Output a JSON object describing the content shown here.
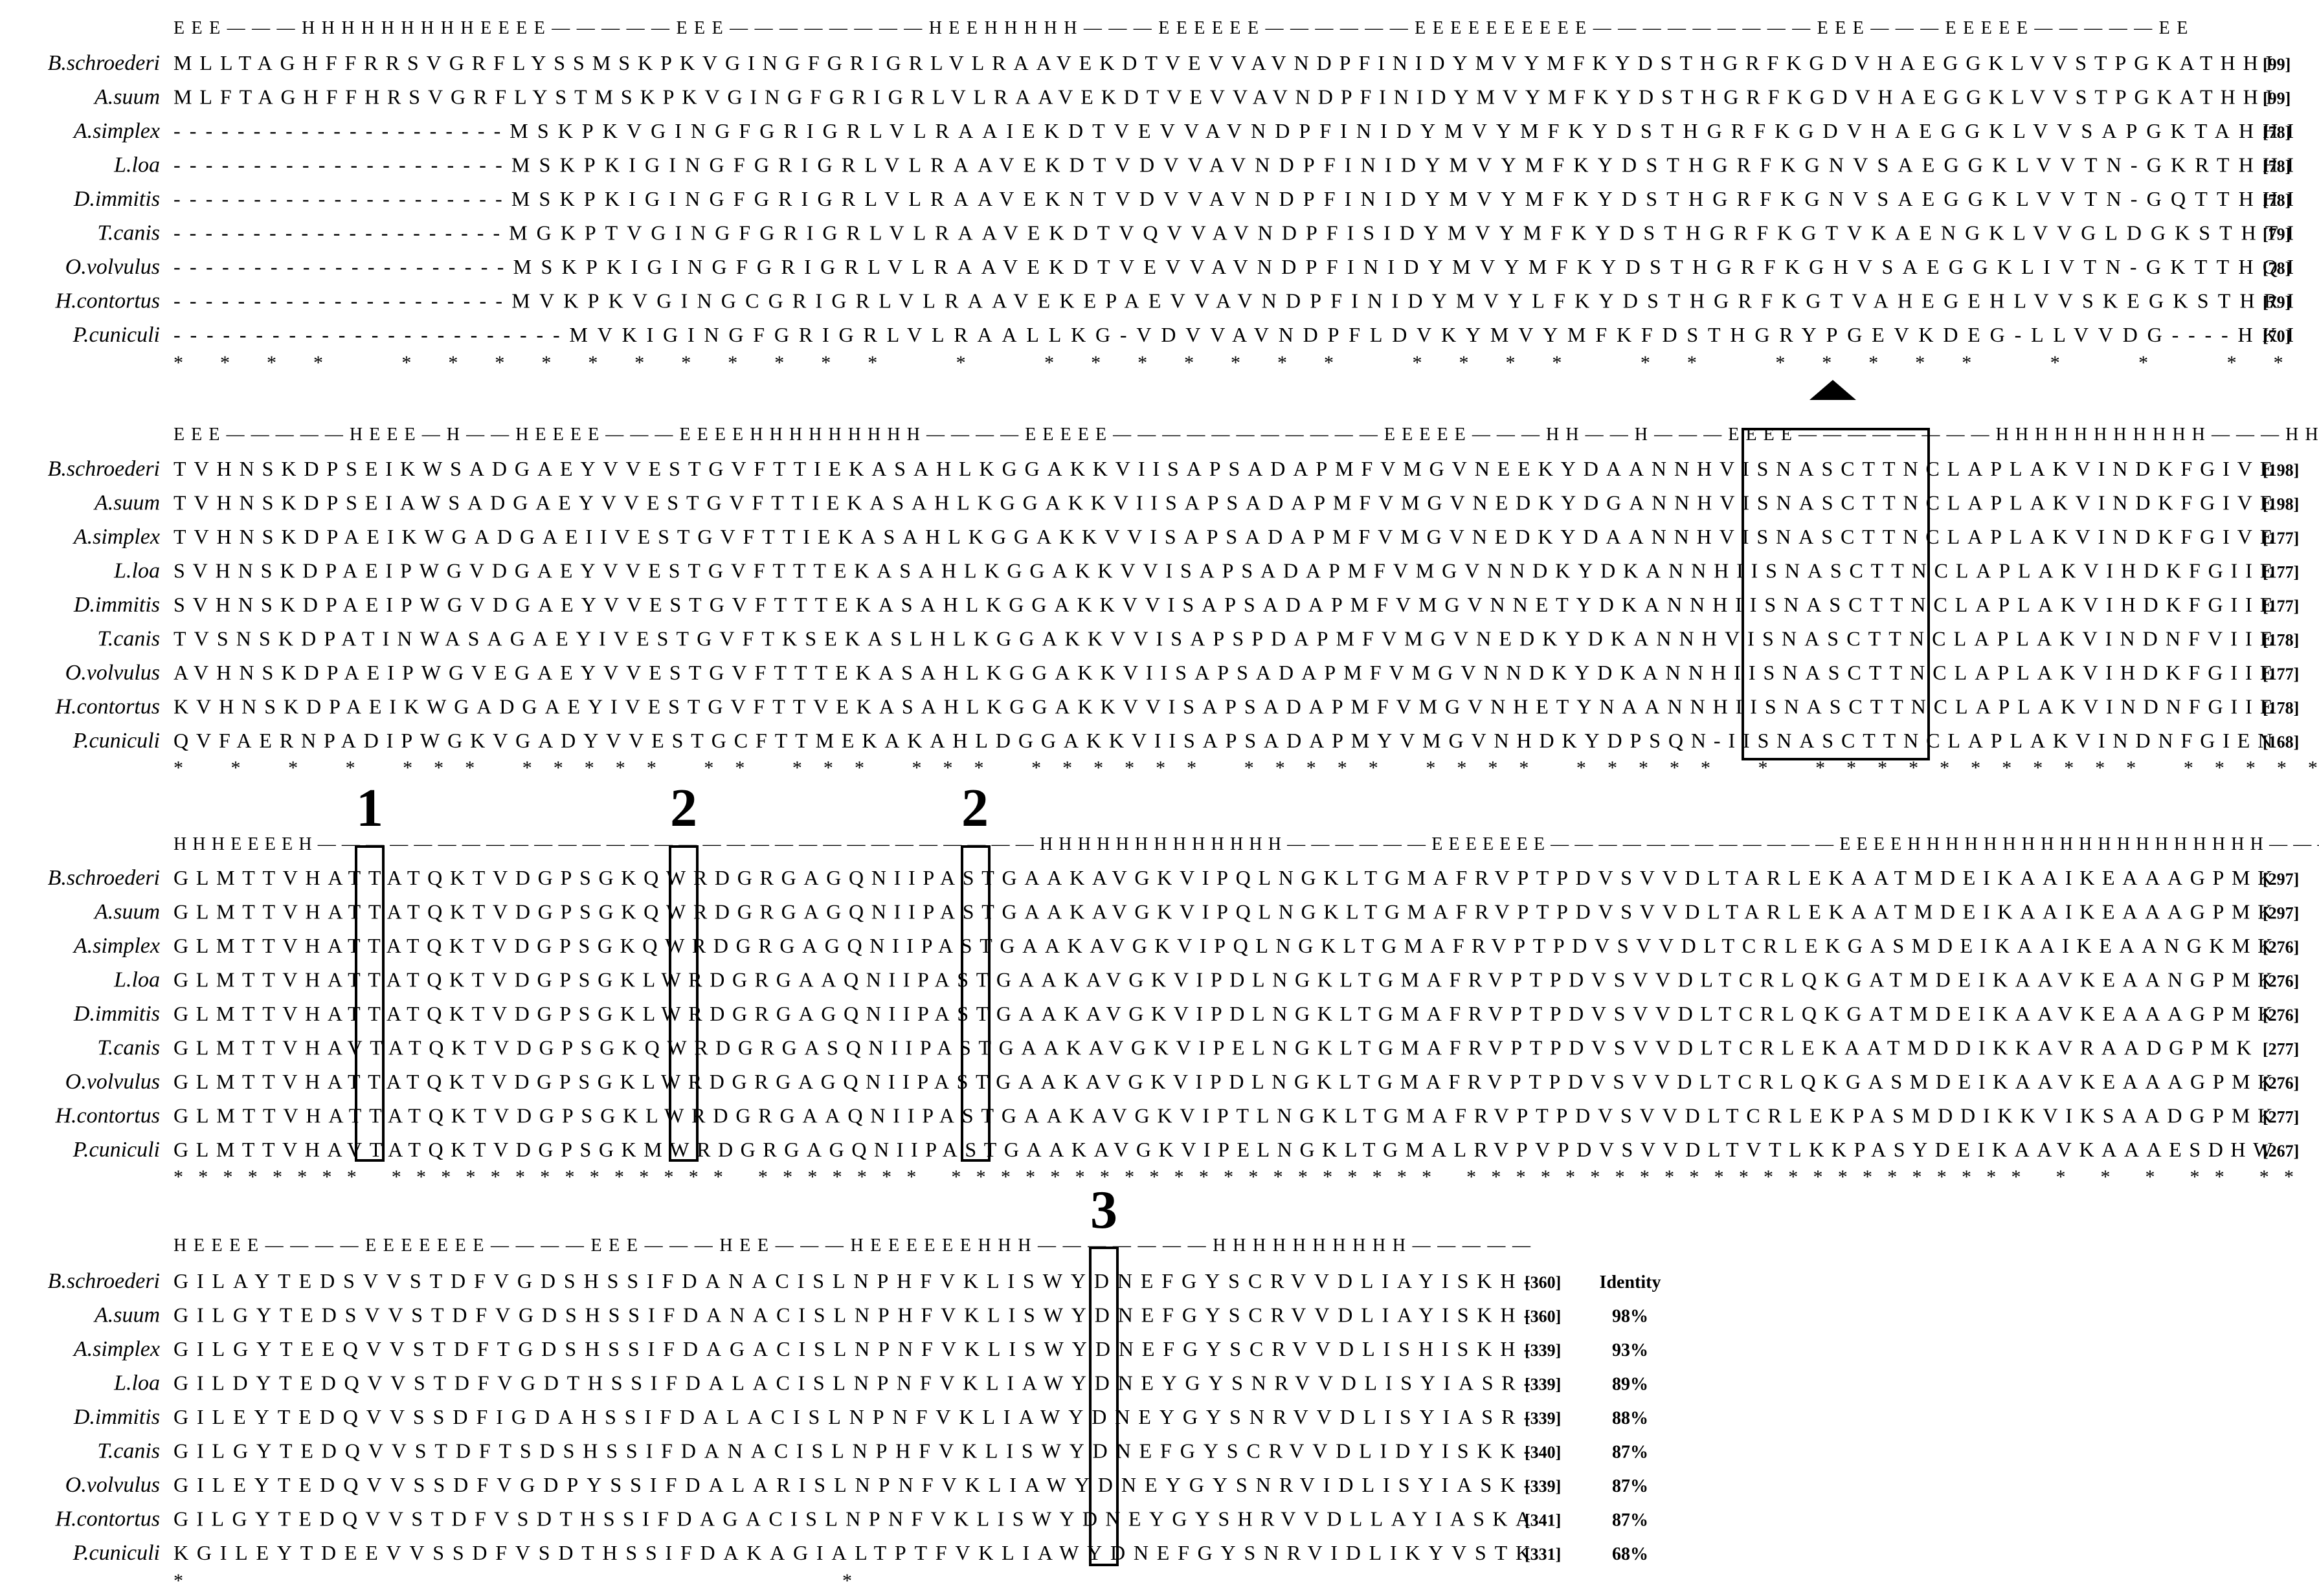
{
  "blocks": [
    {
      "ss": "EEE———HHHHHHHHHEEEE—————EEE————————HEEHHHHH———EEEEEE——————EEEEEEEEEE—————————EEE———EEEEE—————EE",
      "rows": [
        {
          "name": "B.schroederi",
          "seq": "MLLTAGHFFRRSVGRFLYSSMSKPKVGINGFGRIGRLVLRAAVEKDTVEVVAVNDPFINIDYMVYMFKYDSTHGRFKGDVHAEGGKLVVSTPGKATHHI",
          "num": "[99]"
        },
        {
          "name": "A.suum",
          "seq": "MLFTAGHFFHRSVGRFLYSTMSKPKVGINGFGRIGRLVLRAAVEKDTVEVVAVNDPFINIDYMVYMFKYDSTHGRFKGDVHAEGGKLVVSTPGKATHHI",
          "num": "[99]"
        },
        {
          "name": "A.simplex",
          "seq": "---------------------MSKPKVGINGFGRIGRLVLRAAIEKDTVEVVAVNDPFINIDYMVYMFKYDSTHGRFKGDVHAEGGKLVVSAPGKTAHHI",
          "num": "[78]"
        },
        {
          "name": "L.loa",
          "seq": "---------------------MSKPKIGINGFGRIGRLVLRAAVEKDTVDVVAVNDPFINIDYMVYMFKYDSTHGRFKGNVSAEGGKLVVTN-GKRTHHI",
          "num": "[78]"
        },
        {
          "name": "D.immitis",
          "seq": "---------------------MSKPKIGINGFGRIGRLVLRAAVEKNTVDVVAVNDPFINIDYMVYMFKYDSTHGRFKGNVSAEGGKLVVTN-GQTTHHI",
          "num": "[78]"
        },
        {
          "name": "T.canis",
          "seq": "---------------------MGKPTVGINGFGRIGRLVLRAAVEKDTVQVVAVNDPFISIDYMVYMFKYDSTHGRFKGTVKAENGKLVVGLDGKSTHTI",
          "num": "[79]"
        },
        {
          "name": "O.volvulus",
          "seq": "---------------------MSKPKIGINGFGRIGRLVLRAAVEKDTVEVVAVNDPFINIDYMVYMFKYDSTHGRFKGHVSAEGGKLIVTN-GKTTHQI",
          "num": "[78]"
        },
        {
          "name": "H.contortus",
          "seq": "---------------------MVKPKVGINGCGRIGRLVLRAAVEKEPAEVVAVNDPFINIDYMVYLFKYDSTHGRFKGTVAHEGEHLVVSKEGKSTHRI",
          "num": "[79]"
        },
        {
          "name": "P.cuniculi",
          "seq": "------------------------MVKIGINGFGRIGRLVLRAALLKG-VDVVAVNDPFLDVKYMVYMFKFDSTHGRYPGEVKDEG-LLVVDG----HKI",
          "num": "[70]"
        }
      ],
      "stars": "                        **** ***********    *         *******       **** ** *****    *  *  **   *            * *"
    },
    {
      "ss": "EEE—————HEEE—H——HEEEE———EEEEHHHHHHHHH————EEEEE———————————EEEEE———HH——H———EEEE————————HHHHHHHHHHH———HHHH",
      "rows": [
        {
          "name": "B.schroederi",
          "seq": "TVHNSKDPSEIKWSADGAEYVVESTGVFTTIEKASAHLKGGAKKVIISAPSADAPMFVMGVNEEKYDAANNHVISNASCTTNCLAPLAKVINDKFGIVE",
          "num": "[198]"
        },
        {
          "name": "A.suum",
          "seq": "TVHNSKDPSEIAWSADGAEYVVESTGVFTTIEKASAHLKGGAKKVIISAPSADAPMFVMGVNEDKYDGANNHVISNASCTTNCLAPLAKVINDKFGIVE",
          "num": "[198]"
        },
        {
          "name": "A.simplex",
          "seq": "TVHNSKDPAEIKWGADGAEIIVESTGVFTTIEKASAHLKGGAKKVVISAPSADAPMFVMGVNEDKYDAANNHVISNASCTTNCLAPLAKVINDKFGIVE",
          "num": "[177]"
        },
        {
          "name": "L.loa",
          "seq": "SVHNSKDPAEIPWGVDGAEYVVESTGVFTTTEKASAHLKGGAKKVVISAPSADAPMFVMGVNNDKYDKANNHIISNASCTTNCLAPLAKVIHDKFGIIE",
          "num": "[177]"
        },
        {
          "name": "D.immitis",
          "seq": "SVHNSKDPAEIPWGVDGAEYVVESTGVFTTTEKASAHLKGGAKKVVISAPSADAPMFVMGVNNETYDKANNHIISNASCTTNCLAPLAKVIHDKFGIIE",
          "num": "[177]"
        },
        {
          "name": "T.canis",
          "seq": "TVSNSKDPATINWASAGAEYIVESTGVFTKSEKASLHLKGGAKKVVISAPSPDAPMFVMGVNEDKYDKANNHVISNASCTTNCLAPLAKVINDNFVIIE",
          "num": "[178]"
        },
        {
          "name": "O.volvulus",
          "seq": "AVHNSKDPAEIPWGVEGAEYVVESTGVFTTTEKASAHLKGGAKKVIISAPSADAPMFVMGVNNDKYDKANNHIISNASCTTNCLAPLAKVIHDKFGIIE",
          "num": "[177]"
        },
        {
          "name": "H.contortus",
          "seq": "KVHNSKDPAEIKWGADGAEYIVESTGVFTTVEKASAHLKGGAKKVVISAPSADAPMFVMGVNHETYNAANNHIISNASCTTNCLAPLAKVINDNFGIIE",
          "num": "[178]"
        },
        {
          "name": "P.cuniculi",
          "seq": "QVFAERNPADIPWGKVGADYVVESTGCFTTMEKAKAHLDGGAKKVIISAPSADAPMYVMGVNHDKYDPSQN-IISNASCTTNCLAPLAKVINDNFGIEN",
          "num": "[168]"
        }
      ],
      "stars": " *       *  *  *    ***   ***** **  *** ***  ******  *****  ****  *****         *  ***********  ******  *  *"
    },
    {
      "ss": "HHHEEEEH——————————————————————————————HHHHHHHHHHHHH——————EEEEEEE————————————EEEEHHHHHHHHHHHHHHHHHHH————H",
      "rows": [
        {
          "name": "B.schroederi",
          "seq": "GLMTTVHATTATQKTVDGPSGKQWRDGRGAGQNIIPASTGAAKAVGKVIPQLNGKLTGMAFRVPTPDVSVVDLTARLEKAATMDEIKAAIKEAAAGPMK",
          "num": "[297]"
        },
        {
          "name": "A.suum",
          "seq": "GLMTTVHATTATQKTVDGPSGKQWRDGRGAGQNIIPASTGAAKAVGKVIPQLNGKLTGMAFRVPTPDVSVVDLTARLEKAATMDEIKAAIKEAAAGPMK",
          "num": "[297]"
        },
        {
          "name": "A.simplex",
          "seq": "GLMTTVHATTATQKTVDGPSGKQWRDGRGAGQNIIPASTGAAKAVGKVIPQLNGKLTGMAFRVPTPDVSVVDLTCRLEKGASMDEIKAAIKEAANGKMK",
          "num": "[276]"
        },
        {
          "name": "L.loa",
          "seq": "GLMTTVHATTATQKTVDGPSGKLWRDGRGAAQNIIPASTGAAKAVGKVIPDLNGKLTGMAFRVPTPDVSVVDLTCRLQKGATMDEIKAAVKEAANGPMK",
          "num": "[276]"
        },
        {
          "name": "D.immitis",
          "seq": "GLMTTVHATTATQKTVDGPSGKLWRDGRGAGQNIIPASTGAAKAVGKVIPDLNGKLTGMAFRVPTPDVSVVDLTCRLQKGATMDEIKAAVKEAAAGPMK",
          "num": "[276]"
        },
        {
          "name": "T.canis",
          "seq": "GLMTTVHAVTATQKTVDGPSGKQWRDGRGASQNIIPASTGAAKAVGKVIPELNGKLTGMAFRVPTPDVSVVDLTCRLEKAATMDDIKKAVRAADGPMK",
          "num": "[277]"
        },
        {
          "name": "O.volvulus",
          "seq": "GLMTTVHATTATQKTVDGPSGKLWRDGRGAGQNIIPASTGAAKAVGKVIPDLNGKLTGMAFRVPTPDVSVVDLTCRLQKGASMDEIKAAVKEAAAGPMK",
          "num": "[276]"
        },
        {
          "name": "H.contortus",
          "seq": "GLMTTVHATTATQKTVDGPSGKLWRDGRGAAQNIIPASTGAAKAVGKVIPTLNGKLTGMAFRVPTPDVSVVDLTCRLEKPASMDDIKKVIKSAADGPMK",
          "num": "[277]"
        },
        {
          "name": "P.cuniculi",
          "seq": "GLMTTVHAVTATQKTVDGPSGKMWRDGRGAGQNIIPASTGAAKAVGKVIPELNGKLTGMALRVPVPDVSVVDLTVTLKKPASYDEIKAAVKAAAESDHW",
          "num": "[267]"
        }
      ],
      "stars": "********  ************** ******* ******************** ***********************   * *    *  **      **"
    },
    {
      "ss": "HEEEE————EEEEEEE————EEE———HEE———HEEEEEEHHH———————HHHHHHHHHH—————",
      "rows": [
        {
          "name": "B.schroederi",
          "seq": "GILAYTEDSVVSTDFVGDSHSSIFDANACISLNPHFVKLISWYDNEFGYSCRVVDLIAYISKH-",
          "num": "[360]"
        },
        {
          "name": "A.suum",
          "seq": "GILGYTEDSVVSTDFVGDSHSSIFDANACISLNPHFVKLISWYDNEFGYSCRVVDLIAYISKH-",
          "num": "[360]"
        },
        {
          "name": "A.simplex",
          "seq": "GILGYTEEQVVSTDFTGDSHSSIFDAGACISLNPNFVKLISWYDNEFGYSCRVVDLISHISKH-",
          "num": "[339]"
        },
        {
          "name": "L.loa",
          "seq": "GILDYTEDQVVSTDFVGDTHSSIFDALACISLNPNFVKLIAWYDNEYGYSNRVVDLISYIASR-",
          "num": "[339]"
        },
        {
          "name": "D.immitis",
          "seq": "GILEYTEDQVVSSDFIGDAHSSIFDALACISLNPNFVKLIAWYDNEYGYSNRVVDLISYIASR-",
          "num": "[339]"
        },
        {
          "name": "T.canis",
          "seq": "GILGYTEDQVVSTDFTSDSHSSIFDANACISLNPHFVKLISWYDNEFGYSCRVVDLIDYISKK-",
          "num": "[340]"
        },
        {
          "name": "O.volvulus",
          "seq": "GILEYTEDQVVSSDFVGDPYSSIFDALARISLNPNFVKLIAWYDNEYGYSNRVIDLISYIASK-",
          "num": "[339]"
        },
        {
          "name": "H.contortus",
          "seq": "GILGYTEDQVVSTDFVSDTHSSIFDAGACISLNPNFVKLISWYDNEYGYSHRVVDLLAYIASKA",
          "num": "[341]"
        },
        {
          "name": "P.cuniculi",
          "seq": "KGILEYTDEEVVSSDFVSDTHSSIFDAKAGIALTPTFVKLIAWYDNEFGYSNRVIDLIKYVSTK",
          "num": "[331]"
        }
      ],
      "stars": "                 *             *"
    }
  ],
  "identity": {
    "header": "Identity",
    "values": [
      "98%",
      "93%",
      "89%",
      "88%",
      "87%",
      "87%",
      "87%",
      "68%"
    ]
  },
  "markers": [
    "1",
    "2",
    "2",
    "3"
  ],
  "colors": {
    "ink": "#000000",
    "background": "#ffffff"
  }
}
